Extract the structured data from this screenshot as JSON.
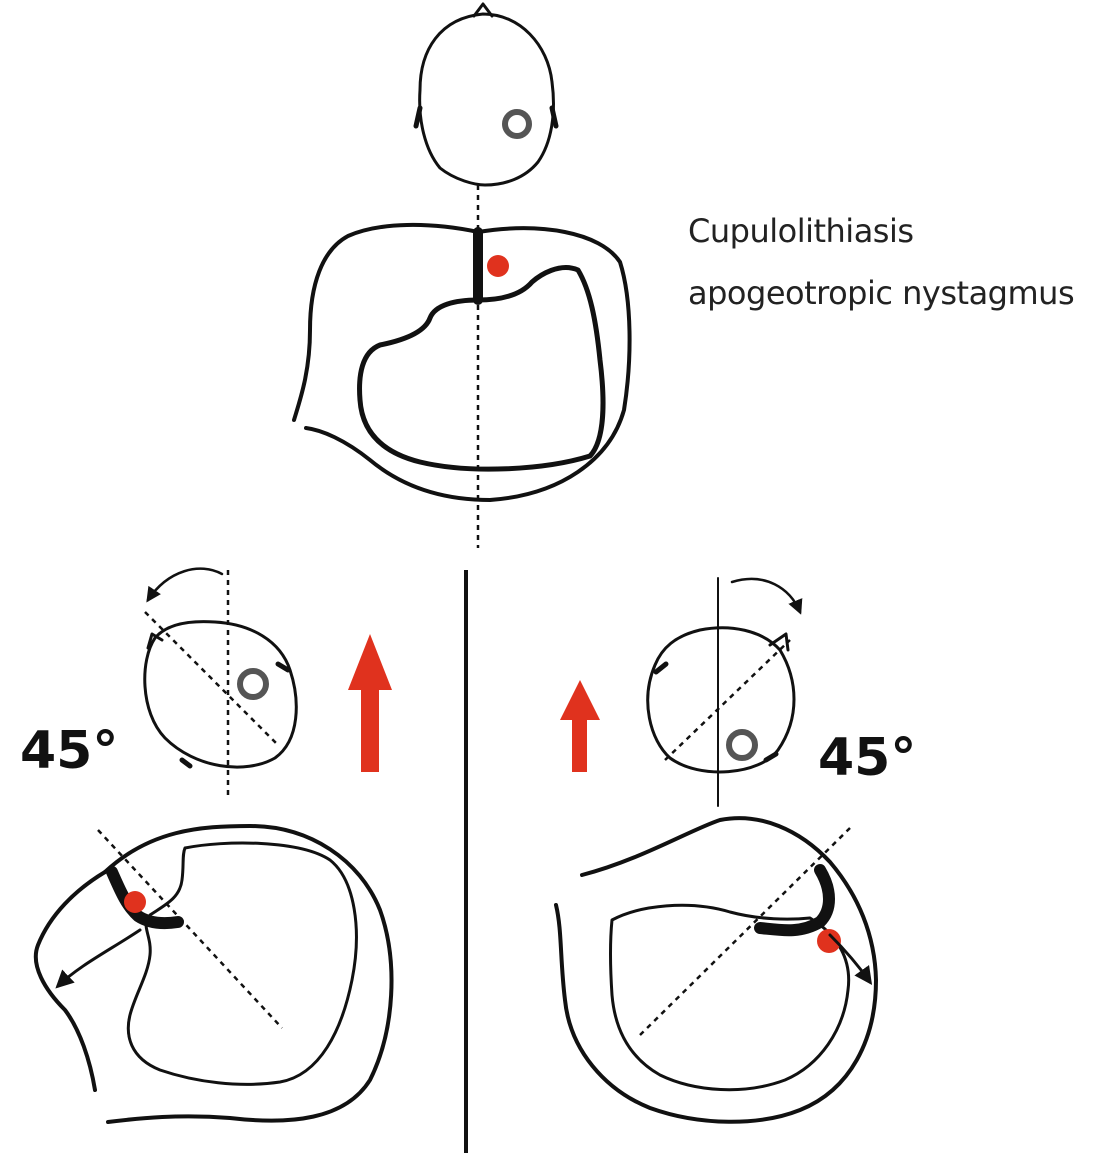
{
  "labels": {
    "title_line1": "Cupulolithiasis",
    "title_line2": "apogeotropic nystagmus",
    "left_angle": "45°",
    "right_angle": "45°"
  },
  "colors": {
    "ink": "#111111",
    "otolith": "#e0321e",
    "arrow": "#e0321e",
    "ear_ring": "#555555"
  }
}
